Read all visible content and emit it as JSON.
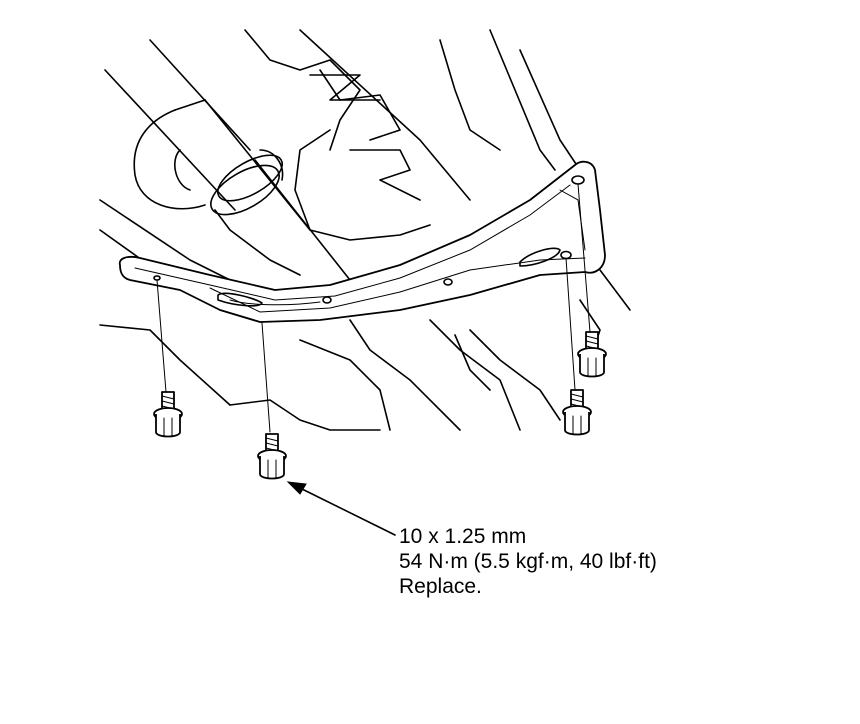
{
  "callout": {
    "bolt_size": "10 x 1.25 mm",
    "torque": "54 N·m (5.5 kgf·m, 40 lbf·ft)",
    "note": "Replace."
  }
}
